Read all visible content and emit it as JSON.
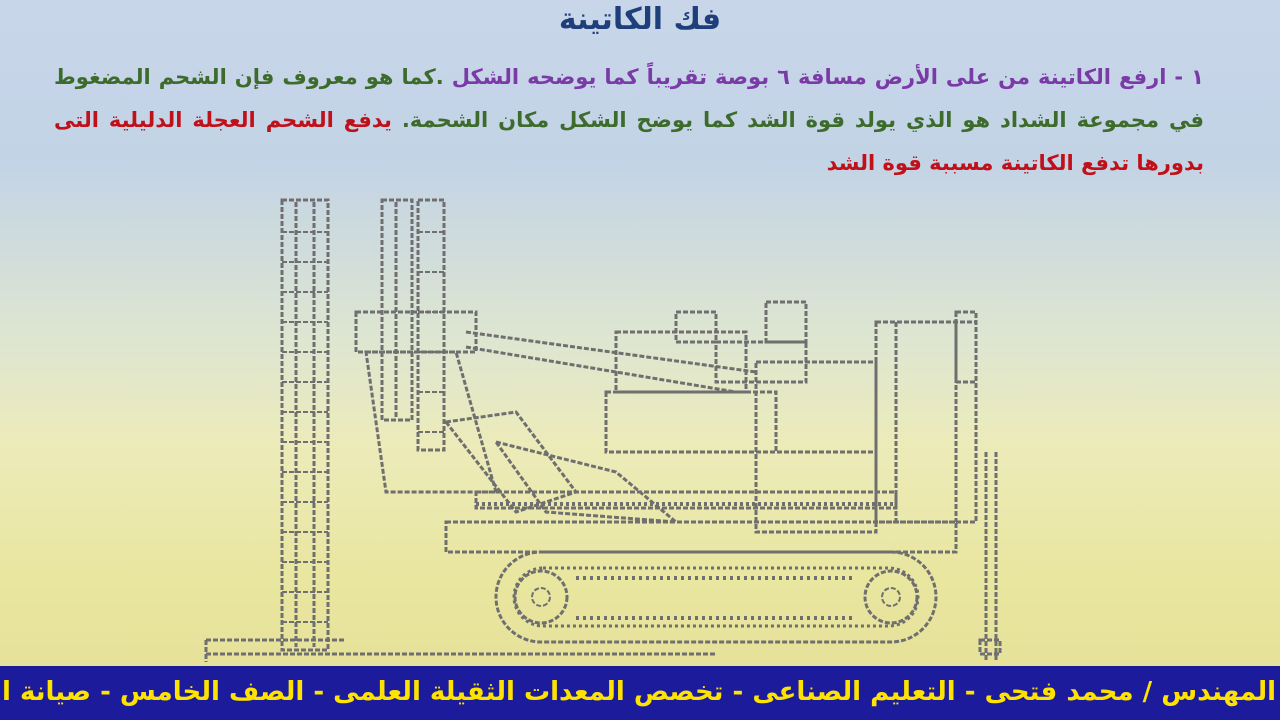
{
  "slide": {
    "title": "فك الكاتينة",
    "paragraph": {
      "part1": "١ - ارفع الكاتينة من على الأرض مسافة ٦ بوصة تقريباً كما يوضحه الشكل ",
      "part2": ".كما هو معروف فإن الشحم المضغوط في مجموعة الشداد هو الذي يولد قوة الشد كما يوضح الشكل مكان الشحمة. ",
      "part3": "يدفع الشحم العجلة الدليلية التى بدورها تدفع الكاتينة مسببة قوة الشد"
    }
  },
  "ticker": {
    "text": "المهندس / محمد فتحى - التعليم الصناعى - تخصص المعدات الثقيلة العلمى - الصف الخامس - صيانة الكاتينة المعدات"
  },
  "colors": {
    "title": "#1f3f7a",
    "purple_text": "#7a3ba6",
    "green_text": "#3d6b2c",
    "red_text": "#c0111b",
    "ticker_bg": "#1b1b9c",
    "ticker_text": "#ffe300"
  }
}
